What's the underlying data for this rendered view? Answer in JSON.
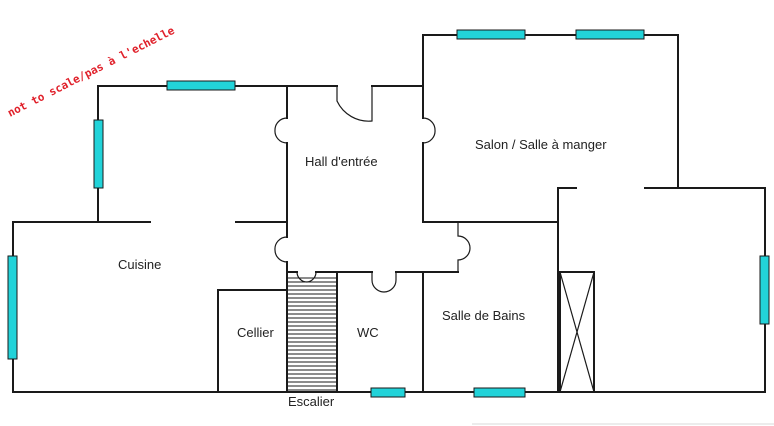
{
  "note": "not to scale/pas à l'echelle",
  "rooms": {
    "hall": "Hall d'entrée",
    "salon": "Salon / Salle à manger",
    "cuisine": "Cuisine",
    "salle_de_bains": "Salle de Bains",
    "cellier": "Cellier",
    "wc": "WC",
    "escalier": "Escalier"
  },
  "colors": {
    "window": "#22d3d9",
    "wall": "#1a1a1a",
    "note": "#e0202a"
  }
}
